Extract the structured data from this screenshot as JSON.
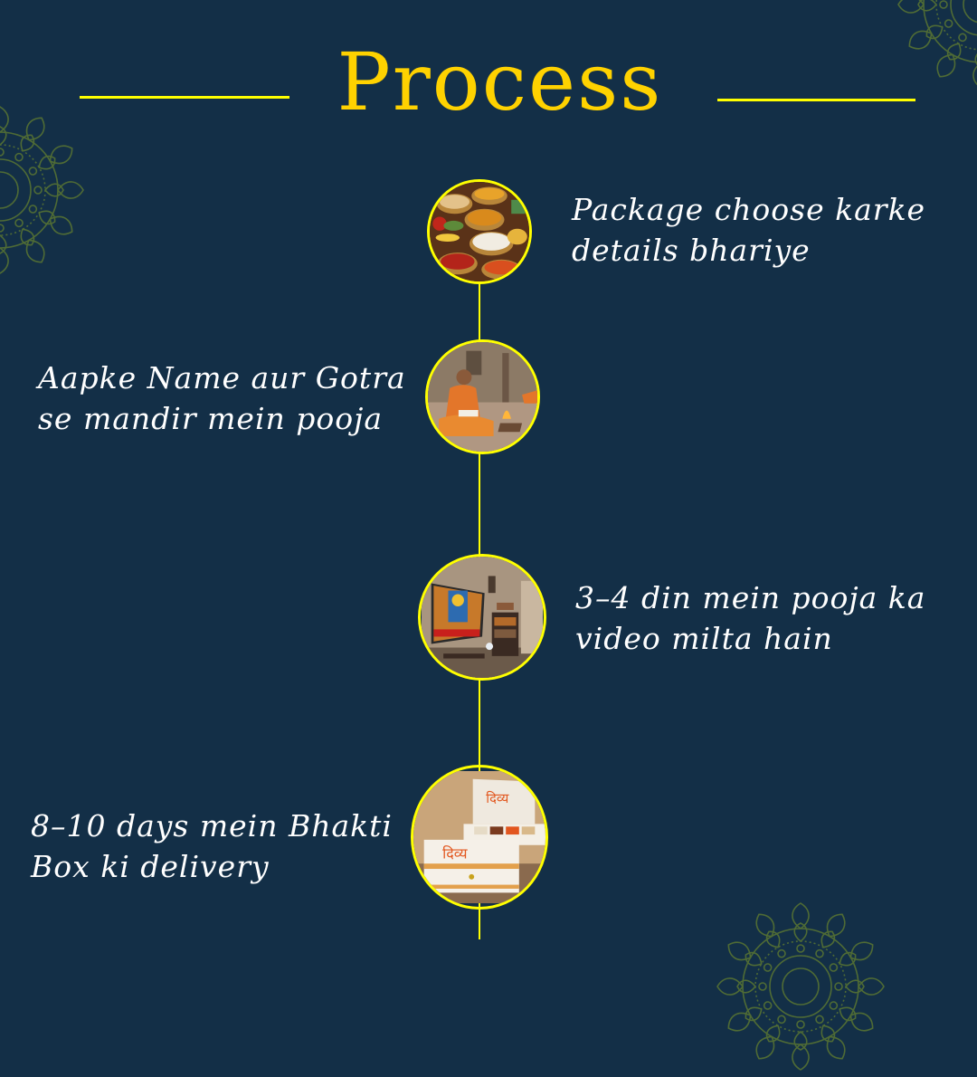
{
  "header": {
    "title": "Process"
  },
  "steps": [
    {
      "text_line1": "Package choose karke",
      "text_line2": "details bhariye",
      "image": "spices-and-grains-bowls",
      "side": "right"
    },
    {
      "text_line1": "Aapke Name aur Gotra",
      "text_line2": "se mandir mein pooja",
      "image": "priest-performing-havan-at-temple",
      "side": "left"
    },
    {
      "text_line1": "3–4 din mein pooja ka",
      "text_line2": "video milta hain",
      "image": "pooja-video-on-tv-in-living-room",
      "side": "right"
    },
    {
      "text_line1": "8–10 days mein Bhakti",
      "text_line2": "Box ki delivery",
      "image": "bhakti-box-gift-boxes",
      "side": "left"
    }
  ],
  "colors": {
    "background": "#132f47",
    "title": "#ffd200",
    "accent_line": "#ffff00",
    "mandala": "#4f6b35",
    "text": "#ffffff"
  }
}
